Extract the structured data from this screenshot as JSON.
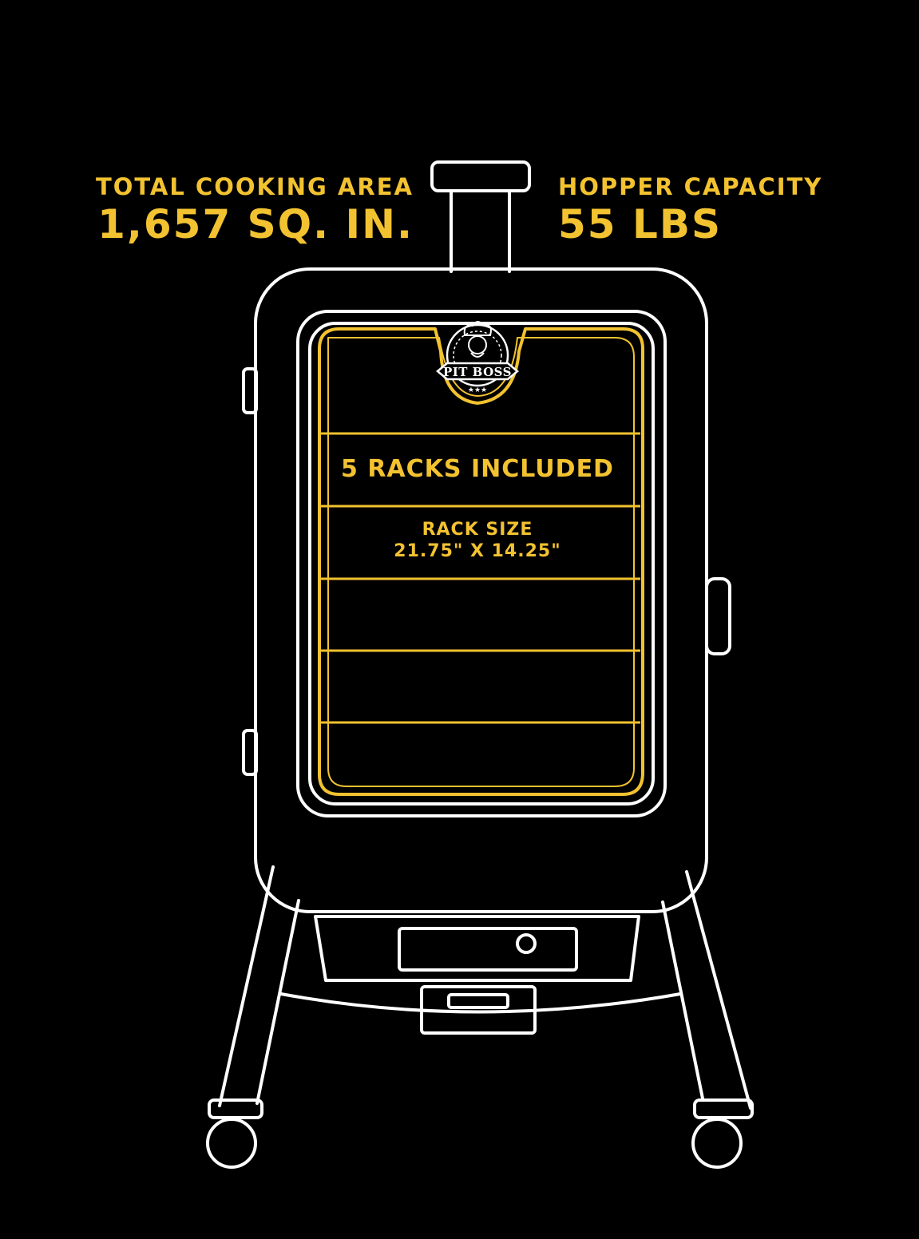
{
  "colors": {
    "background": "#000000",
    "outline": "#ffffff",
    "accent": "#f2c230"
  },
  "specs": {
    "cooking_area": {
      "label": "TOTAL COOKING AREA",
      "value": "1,657 SQ. IN."
    },
    "hopper": {
      "label": "HOPPER CAPACITY",
      "value": "55 LBS"
    }
  },
  "racks": {
    "count_label": "5 RACKS INCLUDED",
    "size_label": "RACK SIZE",
    "size_value": "21.75\" X 14.25\""
  },
  "logo": {
    "text": "PIT BOSS",
    "icon": "chef-badge-icon"
  }
}
